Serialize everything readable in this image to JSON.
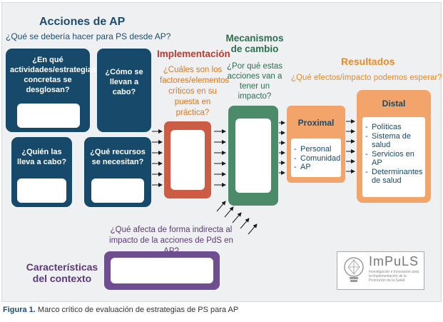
{
  "acciones": {
    "title": "Acciones de AP",
    "question": "¿Qué se debería hacer para PS desde AP?",
    "boxes": [
      {
        "label": "¿En qué actividades/estrategias concretas se desglosan?"
      },
      {
        "label": "¿Cómo se llevan a cabo?"
      },
      {
        "label": "¿Quién las lleva a cabo?"
      },
      {
        "label": "¿Qué recursos se necesitan?"
      }
    ]
  },
  "implementacion": {
    "title": "Implementación",
    "question": "¿Cuáles son los factores/elementos críticos en su puesta en práctica?"
  },
  "mecanismos": {
    "title": "Mecanismos de cambio",
    "question": "¿Por qué estas acciones van a tener un impacto?"
  },
  "resultados": {
    "title": "Resultados",
    "question": "¿Qué efectos/impacto podemos esperar?",
    "proximal": {
      "title": "Proximal",
      "items": [
        "Personal",
        "Comunidad",
        "AP"
      ]
    },
    "distal": {
      "title": "Distal",
      "items": [
        "Políticas",
        "Sistema de salud",
        "Servicios en AP",
        "Determinantes de salud"
      ]
    }
  },
  "contexto": {
    "question": "¿Qué afecta de forma indirecta al impacto de la acciones de PdS en AP?",
    "title": "Características del contexto"
  },
  "logo": {
    "name": "ImPuLS",
    "tagline": "Investigación e Innovación para la Implementación de la Promoción de la Salud"
  },
  "caption": {
    "label": "Figura 1.",
    "text": "Marco crítico de evaluación de estrategias de PS para AP"
  },
  "colors": {
    "navy": "#174a6a",
    "red": "#cd5c45",
    "green": "#2f6f50",
    "orange": "#f2a46a",
    "purple": "#6f4e8f"
  }
}
